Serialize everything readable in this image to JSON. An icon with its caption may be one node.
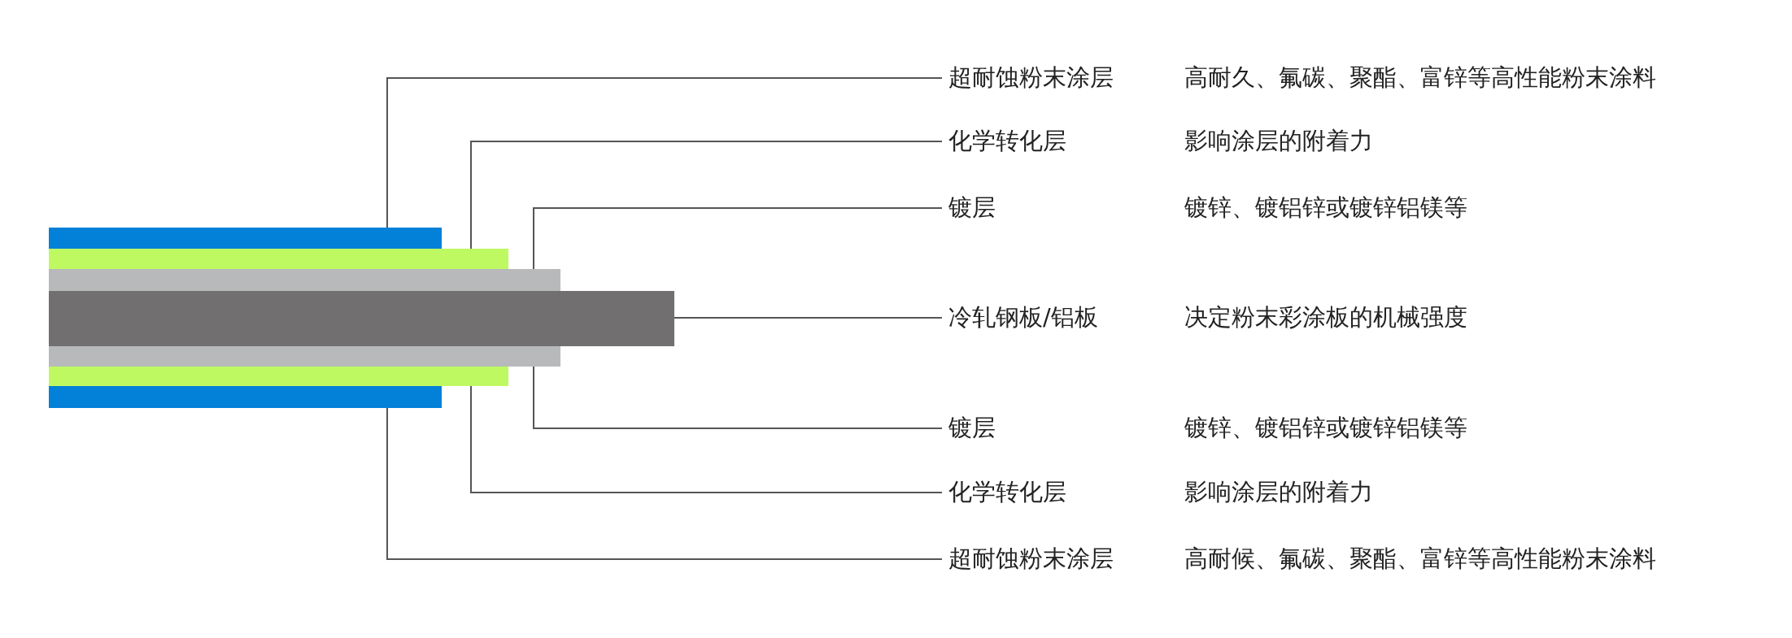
{
  "diagram": {
    "nodes": [
      {
        "text": [],
        "shape": "bar"
      },
      {
        "text": [],
        "shape": "bar"
      },
      {
        "text": [],
        "shape": "bar"
      },
      {
        "text": [],
        "shape": "bar"
      },
      {
        "text": [],
        "shape": "bar"
      },
      {
        "text": [],
        "shape": "bar"
      },
      {
        "text": [],
        "shape": "bar"
      },
      {
        "text": [
          "超耐蚀粉末涂层",
          "高耐久、氟碳、聚酯、富锌等高性能粉末涂料"
        ]
      },
      {
        "text": [
          "化学转化层",
          "影响涂层的附着力"
        ]
      },
      {
        "text": [
          "镀层",
          "镀锌、镀铝锌或镀锌铝镁等"
        ]
      },
      {
        "text": [
          "冷轧钢板/铝板",
          "决定粉末彩涂板的机械强度"
        ]
      },
      {
        "text": [
          "镀层",
          "镀锌、镀铝锌或镀锌铝镁等"
        ]
      },
      {
        "text": [
          "化学转化层",
          "影响涂层的附着力"
        ]
      },
      {
        "text": [
          "超耐蚀粉末涂层",
          "高耐候、氟碳、聚酯、富锌等高性能粉末涂料"
        ]
      }
    ],
    "edges": [
      {
        "from": 7,
        "to": 0,
        "arrow": "none"
      },
      {
        "from": 8,
        "to": 1,
        "arrow": "none"
      },
      {
        "from": 9,
        "to": 2,
        "arrow": "none"
      },
      {
        "from": 10,
        "to": 3,
        "arrow": "none"
      },
      {
        "from": 11,
        "to": 4,
        "arrow": "none"
      },
      {
        "from": 12,
        "to": 5,
        "arrow": "none"
      },
      {
        "from": 13,
        "to": 6,
        "arrow": "none"
      }
    ]
  }
}
